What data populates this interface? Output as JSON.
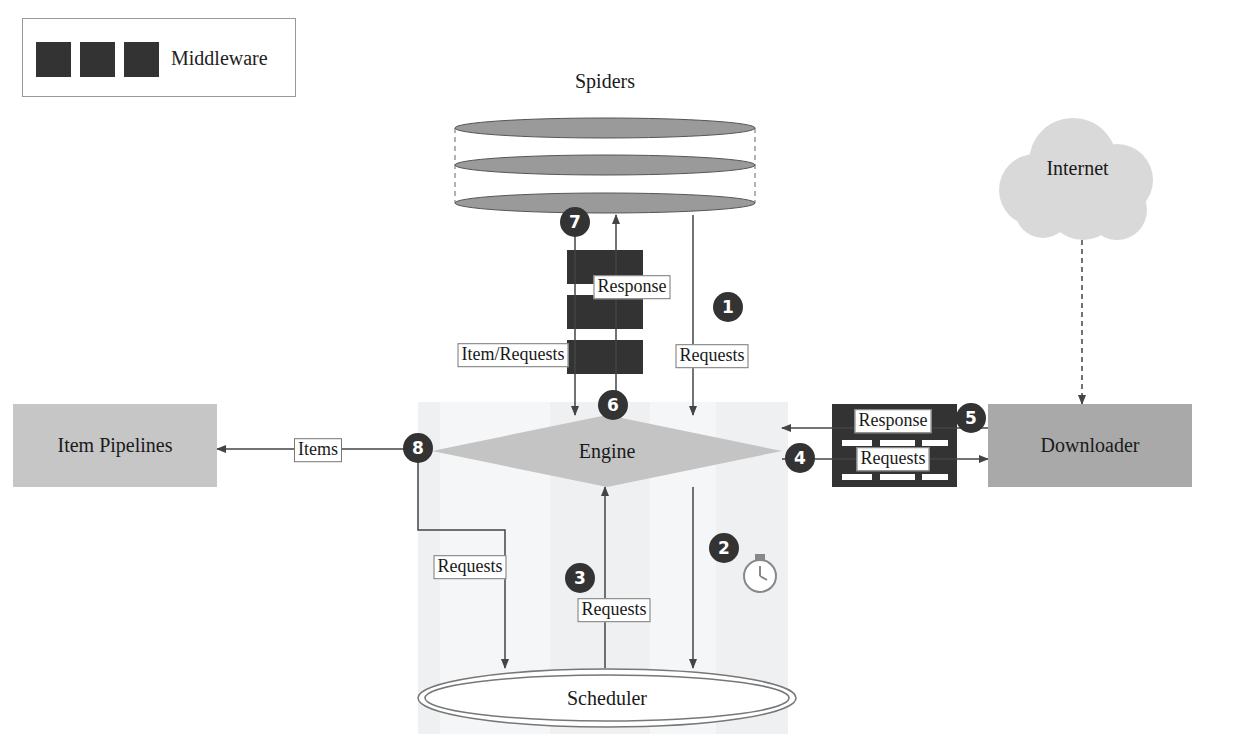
{
  "diagram": {
    "nodes": [
      {
        "text": [
          "Spiders"
        ]
      },
      {
        "text": [
          "Internet"
        ]
      },
      {
        "text": [
          "Item Pipelines"
        ]
      },
      {
        "text": [
          "Engine"
        ]
      },
      {
        "text": [
          "Downloader"
        ]
      },
      {
        "text": [
          "Scheduler"
        ]
      }
    ],
    "edges": [
      {
        "from": 0,
        "to": 3,
        "arrow": "to",
        "label": "Requests"
      },
      {
        "from": 3,
        "to": 0,
        "arrow": "to",
        "label": "Response"
      },
      {
        "from": 0,
        "to": 3,
        "arrow": "to",
        "label": "Item/Requests"
      },
      {
        "from": 3,
        "to": 5,
        "arrow": "to"
      },
      {
        "from": 5,
        "to": 3,
        "arrow": "to",
        "label": "Requests"
      },
      {
        "from": 3,
        "to": 4,
        "arrow": "to",
        "label": "Requests"
      },
      {
        "from": 4,
        "to": 3,
        "arrow": "to",
        "label": "Response"
      },
      {
        "from": 1,
        "to": 4,
        "arrow": "to"
      },
      {
        "from": 3,
        "to": 2,
        "arrow": "to",
        "label": "Items"
      },
      {
        "from": 3,
        "to": 5,
        "arrow": "to",
        "label": "Requests"
      }
    ],
    "labels": [
      "1",
      "2",
      "3",
      "4",
      "5",
      "6",
      "7",
      "8"
    ],
    "legend": [
      {
        "text": "Middleware",
        "color": "#333333"
      }
    ]
  }
}
